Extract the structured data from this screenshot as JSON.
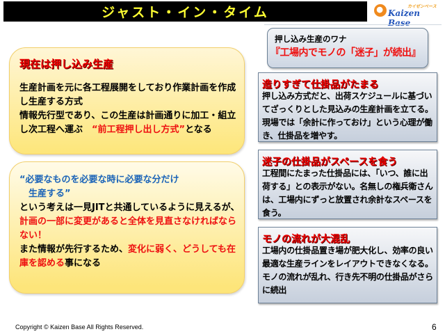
{
  "header": {
    "title": "ジャスト・イン・タイム",
    "logo": {
      "sub_text": "カイゼンベース",
      "main_text": "Kaizen Base",
      "icon": "gear-icon",
      "accent": "#f08a1e",
      "brand": "#2255bb"
    }
  },
  "callout": {
    "line1": "押し込み生産のワナ",
    "line2": "『工場内でモノの「迷子」が続出』"
  },
  "left_boxes": [
    {
      "heading": "現在は押し込み生産",
      "segments": [
        {
          "text": "生産計画を元に各工程展開をしており作業計画を作成し生産する方式",
          "color": "black"
        },
        {
          "text": "情報先行型であり、この生産は計画通りに加工・組立し次工程へ運ぶ　",
          "color": "black"
        },
        {
          "text": "“前工程押し出し方式”",
          "color": "red"
        },
        {
          "text": "となる",
          "color": "black"
        }
      ]
    },
    {
      "segments": [
        {
          "text": "“必要なものを必要な時に必要な分だけ",
          "color": "blue"
        },
        {
          "text": "　生産する”",
          "color": "blue"
        },
        {
          "text": "という考えは一見JITと共通しているように見えるが、",
          "color": "black"
        },
        {
          "text": "計画の一部に変更があると全体を見直さなければならない！",
          "color": "red"
        },
        {
          "text": "また情報が先行するため、",
          "color": "black"
        },
        {
          "text": "変化に弱く、どうしても在庫を認める",
          "color": "red"
        },
        {
          "text": "事になる",
          "color": "black"
        }
      ]
    }
  ],
  "right_boxes": [
    {
      "heading": "造りすぎて仕掛品がたまる",
      "body": "押し込み方式だと、出荷スケジュールに基づいてざっくりとした見込みの生産計画を立てる。現場では「余計に作っておけ」という心理が働き、仕掛品を増やす。"
    },
    {
      "heading": "迷子の仕掛品がスペースを食う",
      "body": "工程間にたまった仕掛品には、「いつ、誰に出荷する」との表示がない。名無しの権兵衛さんは、工場内にずっと放置され余計なスペースを食う。"
    },
    {
      "heading": "モノの流れが大混乱",
      "body": "工場内の仕掛品置き場が肥大化し、効率の良い最適な生産ラインをレイアウトできなくなる。モノの流れが乱れ、行き先不明の仕掛品がさらに続出"
    }
  ],
  "footer": {
    "copyright": "Copyright ©  Kaizen Base  All Rights Reserved.",
    "page_number": "6"
  },
  "colors": {
    "title_bg": "#000000",
    "title_text": "#ffff33",
    "heading_red": "#ee0000",
    "quote_blue": "#1b64b8",
    "yellow_box": "#fde67a",
    "gray_box": "#c6cfdc"
  }
}
